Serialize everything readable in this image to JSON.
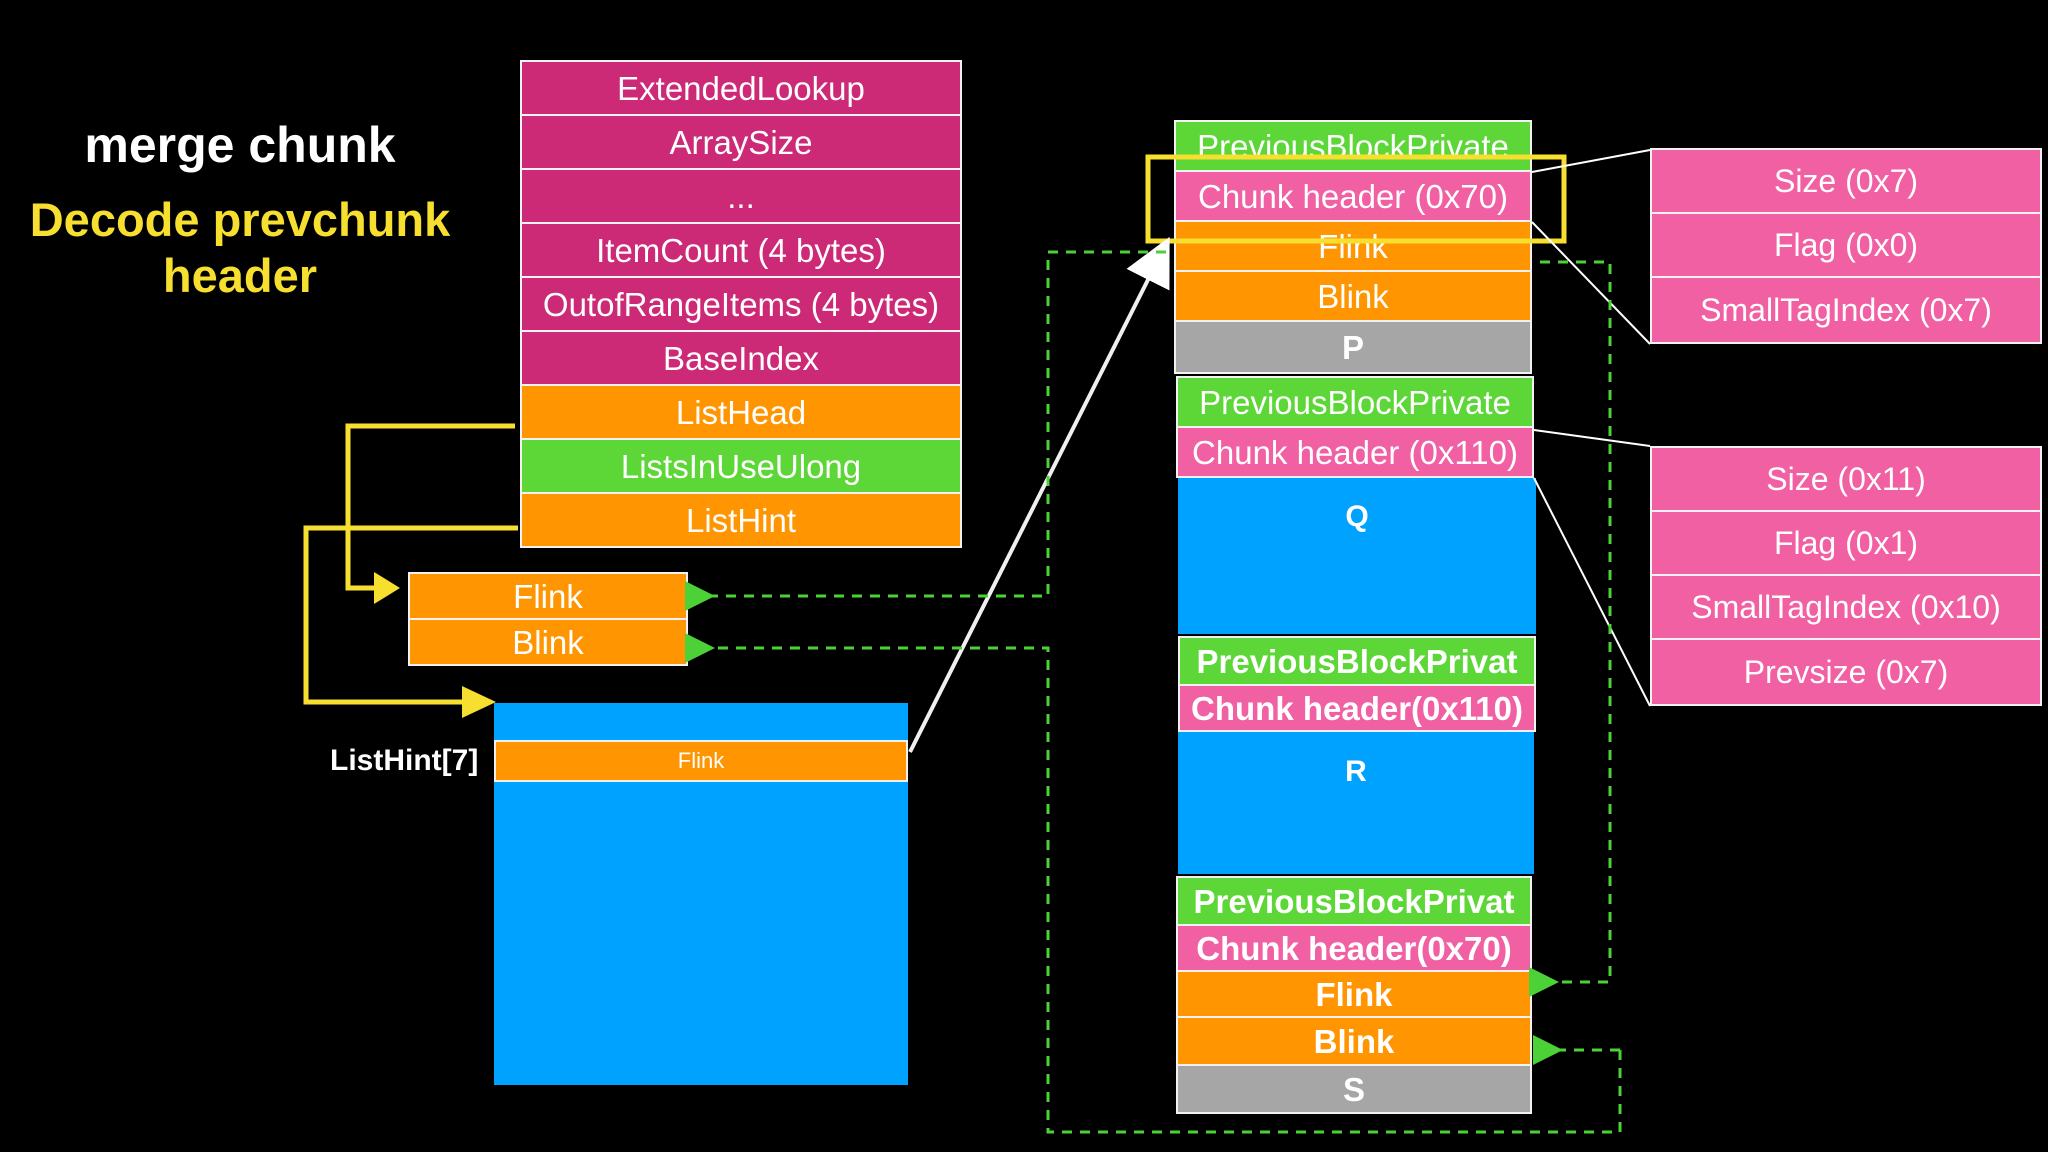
{
  "title": {
    "main": "merge chunk",
    "subtitle_line1": "Decode prevchunk",
    "subtitle_line2": "header"
  },
  "heap_struct": {
    "fields": [
      "ExtendedLookup",
      "ArraySize",
      "...",
      "ItemCount (4 bytes)",
      "OutofRangeItems (4 bytes)",
      "BaseIndex",
      "ListHead",
      "ListsInUseUlong",
      "ListHint"
    ]
  },
  "list_head_entry": {
    "flink": "Flink",
    "blink": "Blink"
  },
  "list_hint_array": {
    "index_label": "ListHint[7]",
    "entry_flink": "Flink"
  },
  "chunks": {
    "p": {
      "prev_block": "PreviousBlockPrivate",
      "header": "Chunk header (0x70)",
      "flink": "Flink",
      "blink": "Blink",
      "label": "P"
    },
    "q": {
      "prev_block": "PreviousBlockPrivate",
      "header": "Chunk header (0x110)",
      "label": "Q"
    },
    "r": {
      "prev_block": "PreviousBlockPrivat",
      "header": "Chunk header(0x110)",
      "label": "R"
    },
    "s": {
      "prev_block": "PreviousBlockPrivat",
      "header": "Chunk header(0x70)",
      "flink": "Flink",
      "blink": "Blink",
      "label": "S"
    }
  },
  "decoded_header_p": {
    "size": "Size (0x7)",
    "flag": "Flag (0x0)",
    "small_tag_index": "SmallTagIndex (0x7)"
  },
  "decoded_header_q": {
    "size": "Size (0x11)",
    "flag": "Flag (0x1)",
    "small_tag_index": "SmallTagIndex (0x10)",
    "prev_size": "Prevsize (0x7)"
  },
  "colors": {
    "heap_field": "#cc2a77",
    "list_field": "#ff9500",
    "in_use_field": "#5dd638",
    "decoded_field": "#f060a2",
    "chunk_body": "#00a2ff",
    "chunk_footer": "#a6a6a6",
    "highlight": "#f7df30",
    "dashed_link": "#4cd137",
    "background": "#000000"
  }
}
